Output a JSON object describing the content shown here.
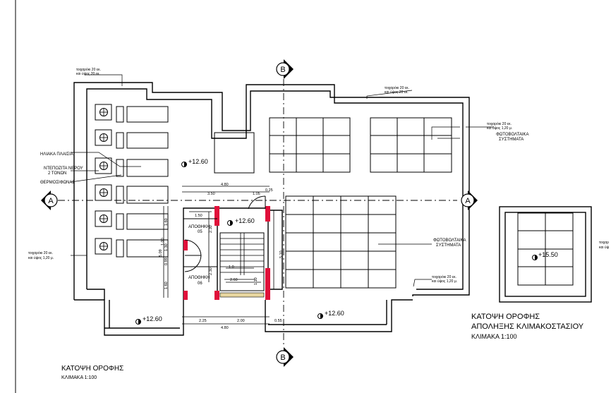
{
  "plan": {
    "title": "ΚΑΤΟΨΗ ΟΡΟΦΗΣ",
    "scale": "ΚΛΙΜΑΚΑ   1:100"
  },
  "detail": {
    "title_line1": "ΚΑΤΟΨΗ  ΟΡΟΦΗΣ",
    "title_line2": "ΑΠΟΛΗΞΗΣ ΚΛΙΜΑΚΟΣΤΑΣΙΟΥ",
    "scale": "ΚΛΙΜΑΚΑ   1:100",
    "level": "+15.50",
    "note_line1": "τοιχαρ",
    "note_line2": "και ύψ"
  },
  "section_markers": {
    "a_left": "A",
    "a_right": "A",
    "b_top": "B",
    "b_bottom": "B"
  },
  "labels": {
    "solar_collectors": "ΗΛΙΑΚΑ ΠΛΑΙΣΙΑ",
    "water_tanks_line1": "ΝΤΕΠΟΖΙΤΑ ΝΕΡΟΥ",
    "water_tanks_line2": "2 ΤΟΝΩΝ",
    "thermosiphon": "ΘΕΡΜΟΣΙΦΩΝΑΣ",
    "pv_upper_line1": "ΦΩΤΟΒΟΛΤΑΙΚΑ",
    "pv_upper_line2": "ΣΥΣΤΗΜΑΤΑ",
    "pv_lower_line1": "ΦΩΤΟΒΟΛΤΑΙΚΑ",
    "pv_lower_line2": "ΣΥΣΤΗΜΑΤΑ",
    "storage_05_line1": "ΑΠΟΘΗΚΗ",
    "storage_05_line2": "05",
    "storage_06_line1": "ΑΠΟΘΗΚΗ",
    "storage_06_line2": "06",
    "wall_top_left_line1": "τοιχαρόκι 20 εκ.",
    "wall_top_left_line2": "και ύψος 20 εκ.",
    "wall_top_mid_line1": "τοιχαρόκι 20 εκ.",
    "wall_top_mid_line2": "και ύψος 20 εκ.",
    "wall_right_line1": "τοιχαρόκι 20 εκ.",
    "wall_right_line2": "και ύψος 1,20 μ.",
    "wall_left_line1": "τοιχαρόκι 20 εκ.",
    "wall_left_line2": "και ύψος 1,20 μ.",
    "wall_bottom_right_line1": "τοιχαρόκι 20 εκ.",
    "wall_bottom_right_line2": "και ύψος 1,20 μ."
  },
  "levels": {
    "roof_main": "+12.60",
    "stair": "+12.60",
    "terrace_left": "+12.60",
    "terrace_right": "+12.60"
  },
  "dimensions": {
    "d_480_top": "4.80",
    "d_350": "3.50",
    "d_105": "1.05",
    "d_025": "0.25",
    "d_150": "1.50",
    "d_230a": "2.30",
    "d_230b": "2.30",
    "d_160a": "1.60",
    "d_160b": "1.60",
    "d_509": "5.09",
    "d_099": "0.99",
    "d_130": "1.30",
    "d_100": "1.00",
    "d_10": "1.0",
    "d_260": "2.60",
    "d_110": "1.10",
    "d_510": "5.10",
    "d_225": "2.25",
    "d_200": "2.00",
    "d_055": "0.55",
    "d_480_bottom": "4.80"
  }
}
